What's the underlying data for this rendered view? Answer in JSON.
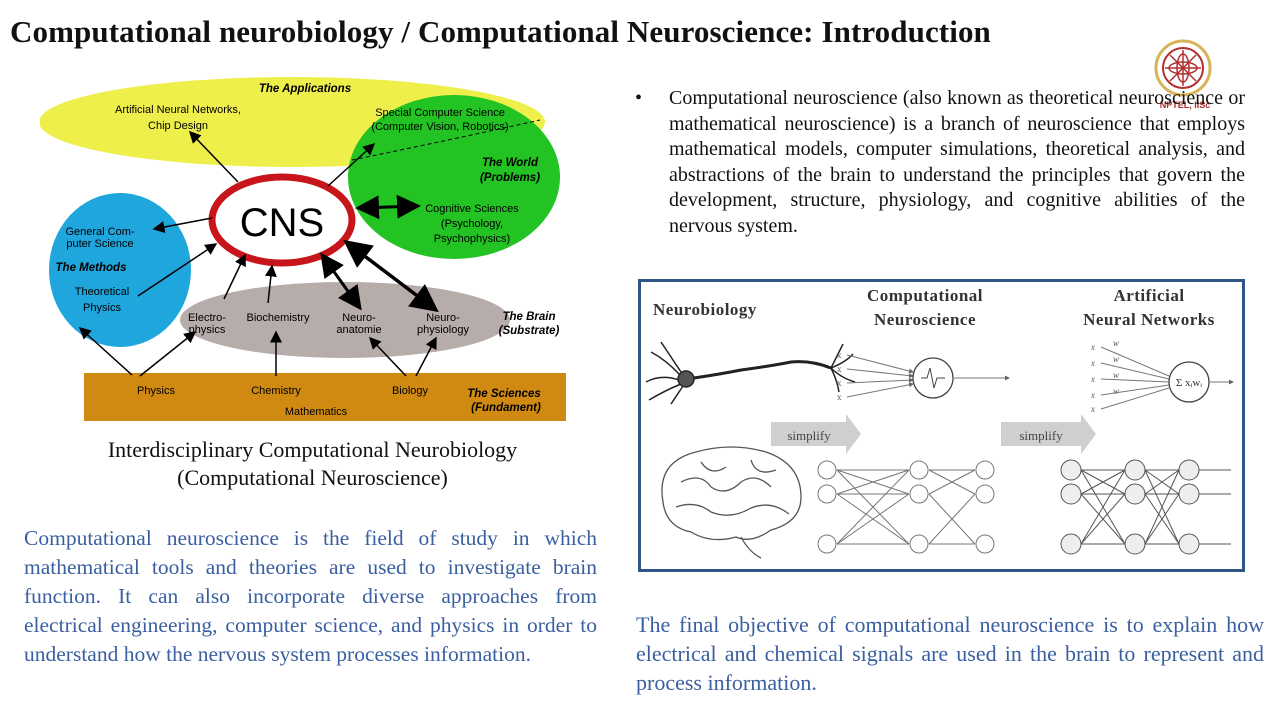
{
  "slide": {
    "title": "Computational neurobiology / Computational Neuroscience: Introduction",
    "logo_text": "NPTEL, IISc"
  },
  "diagram": {
    "center": "CNS",
    "applications_label": "The Applications",
    "ann_line1": "Artificial Neural Networks,",
    "ann_line2": "Chip Design",
    "scs_line1": "Special Computer Science",
    "scs_line2": "(Computer Vision, Robotics)",
    "world_line1": "The World",
    "world_line2": "(Problems)",
    "cog_line1": "Cognitive Sciences",
    "cog_line2": "(Psychology,",
    "cog_line3": "Psychophysics)",
    "gcs_line1": "General Com-",
    "gcs_line2": "puter Science",
    "methods_label": "The Methods",
    "tp_line1": "Theoretical",
    "tp_line2": "Physics",
    "ep_line1": "Electro-",
    "ep_line2": "physics",
    "biochem": "Biochemistry",
    "na_line1": "Neuro-",
    "na_line2": "anatomie",
    "np_line1": "Neuro-",
    "np_line2": "physiology",
    "brain_line1": "The Brain",
    "brain_line2": "(Substrate)",
    "physics": "Physics",
    "chemistry": "Chemistry",
    "biology": "Biology",
    "mathematics": "Mathematics",
    "sciences_line1": "The Sciences",
    "sciences_line2": "(Fundament)",
    "colors": {
      "yellow": "#eeef4a",
      "green": "#22c322",
      "blue": "#1fa6dd",
      "grey": "#b6acaa",
      "orange": "#d08a12",
      "cns_ring": "#c8141b"
    }
  },
  "caption": {
    "line1": "Interdisciplinary Computational Neurobiology",
    "line2": "(Computational Neuroscience)"
  },
  "left_body": "Computational neuroscience is the field of study in which mathematical tools and theories are used to investigate brain function. It can also incorporate diverse approaches from electrical engineering, computer science, and physics in order to understand how the nervous system processes information.",
  "bullet": {
    "symbol": "•",
    "text": "Computational neuroscience (also known as theoretical neuroscience or mathematical neuroscience) is a branch of neuroscience that employs mathematical models, computer simulations, theoretical analysis, and abstractions of the brain to understand the principles that govern the development, structure, physiology, and cognitive abilities of the nervous system."
  },
  "nn_figure": {
    "col1": "Neurobiology",
    "col2_line1": "Computational",
    "col2_line2": "Neuroscience",
    "col3_line1": "Artificial",
    "col3_line2": "Neural Networks",
    "simplify": "simplify",
    "sum_label": "Σ xᵢwᵢ",
    "inputs": [
      "x0",
      "x1",
      "x2",
      "x3",
      "xn"
    ],
    "weights": [
      "w0",
      "w1",
      "w2",
      "wn"
    ]
  },
  "right_body": "The final objective of computational neuroscience is to explain how electrical and chemical signals are used in the brain to represent and process information."
}
